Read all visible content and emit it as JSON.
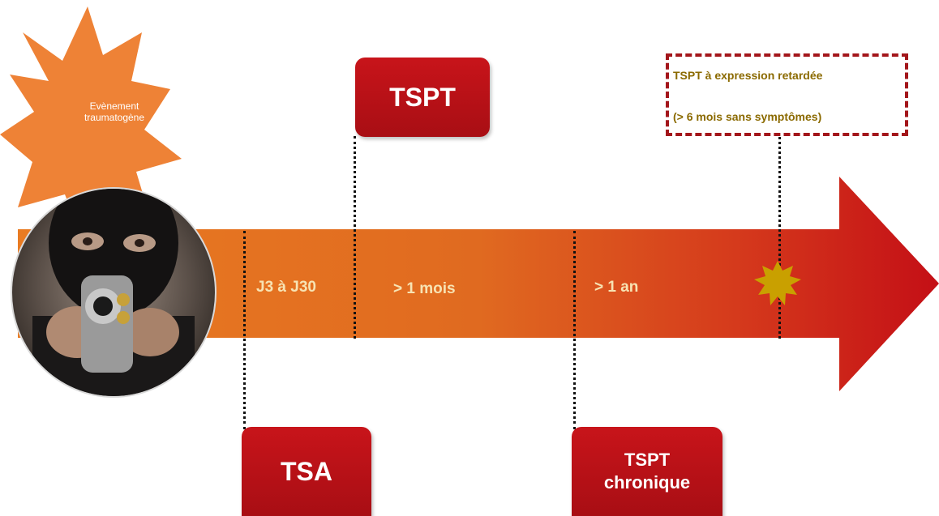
{
  "event": {
    "line1": "Evènement",
    "line2": "traumatogène"
  },
  "timeline": {
    "seg1": "J3 à J30",
    "seg2": "> 1 mois",
    "seg3": "> 1 an"
  },
  "stages": {
    "tspt": "TSPT",
    "tsa": "TSA",
    "tspt_chronique_line1": "TSPT",
    "tspt_chronique_line2": "chronique"
  },
  "delayed": {
    "line1": "TSPT à expression retardée",
    "line2": "(> 6 mois sans symptômes)"
  },
  "colors": {
    "arrow_start": "#e97b22",
    "arrow_end": "#cc1118",
    "box_red": "#b8101a",
    "burst_orange": "#ee8236",
    "star_gold": "#c9a000",
    "delayed_text": "#8b6a00"
  }
}
